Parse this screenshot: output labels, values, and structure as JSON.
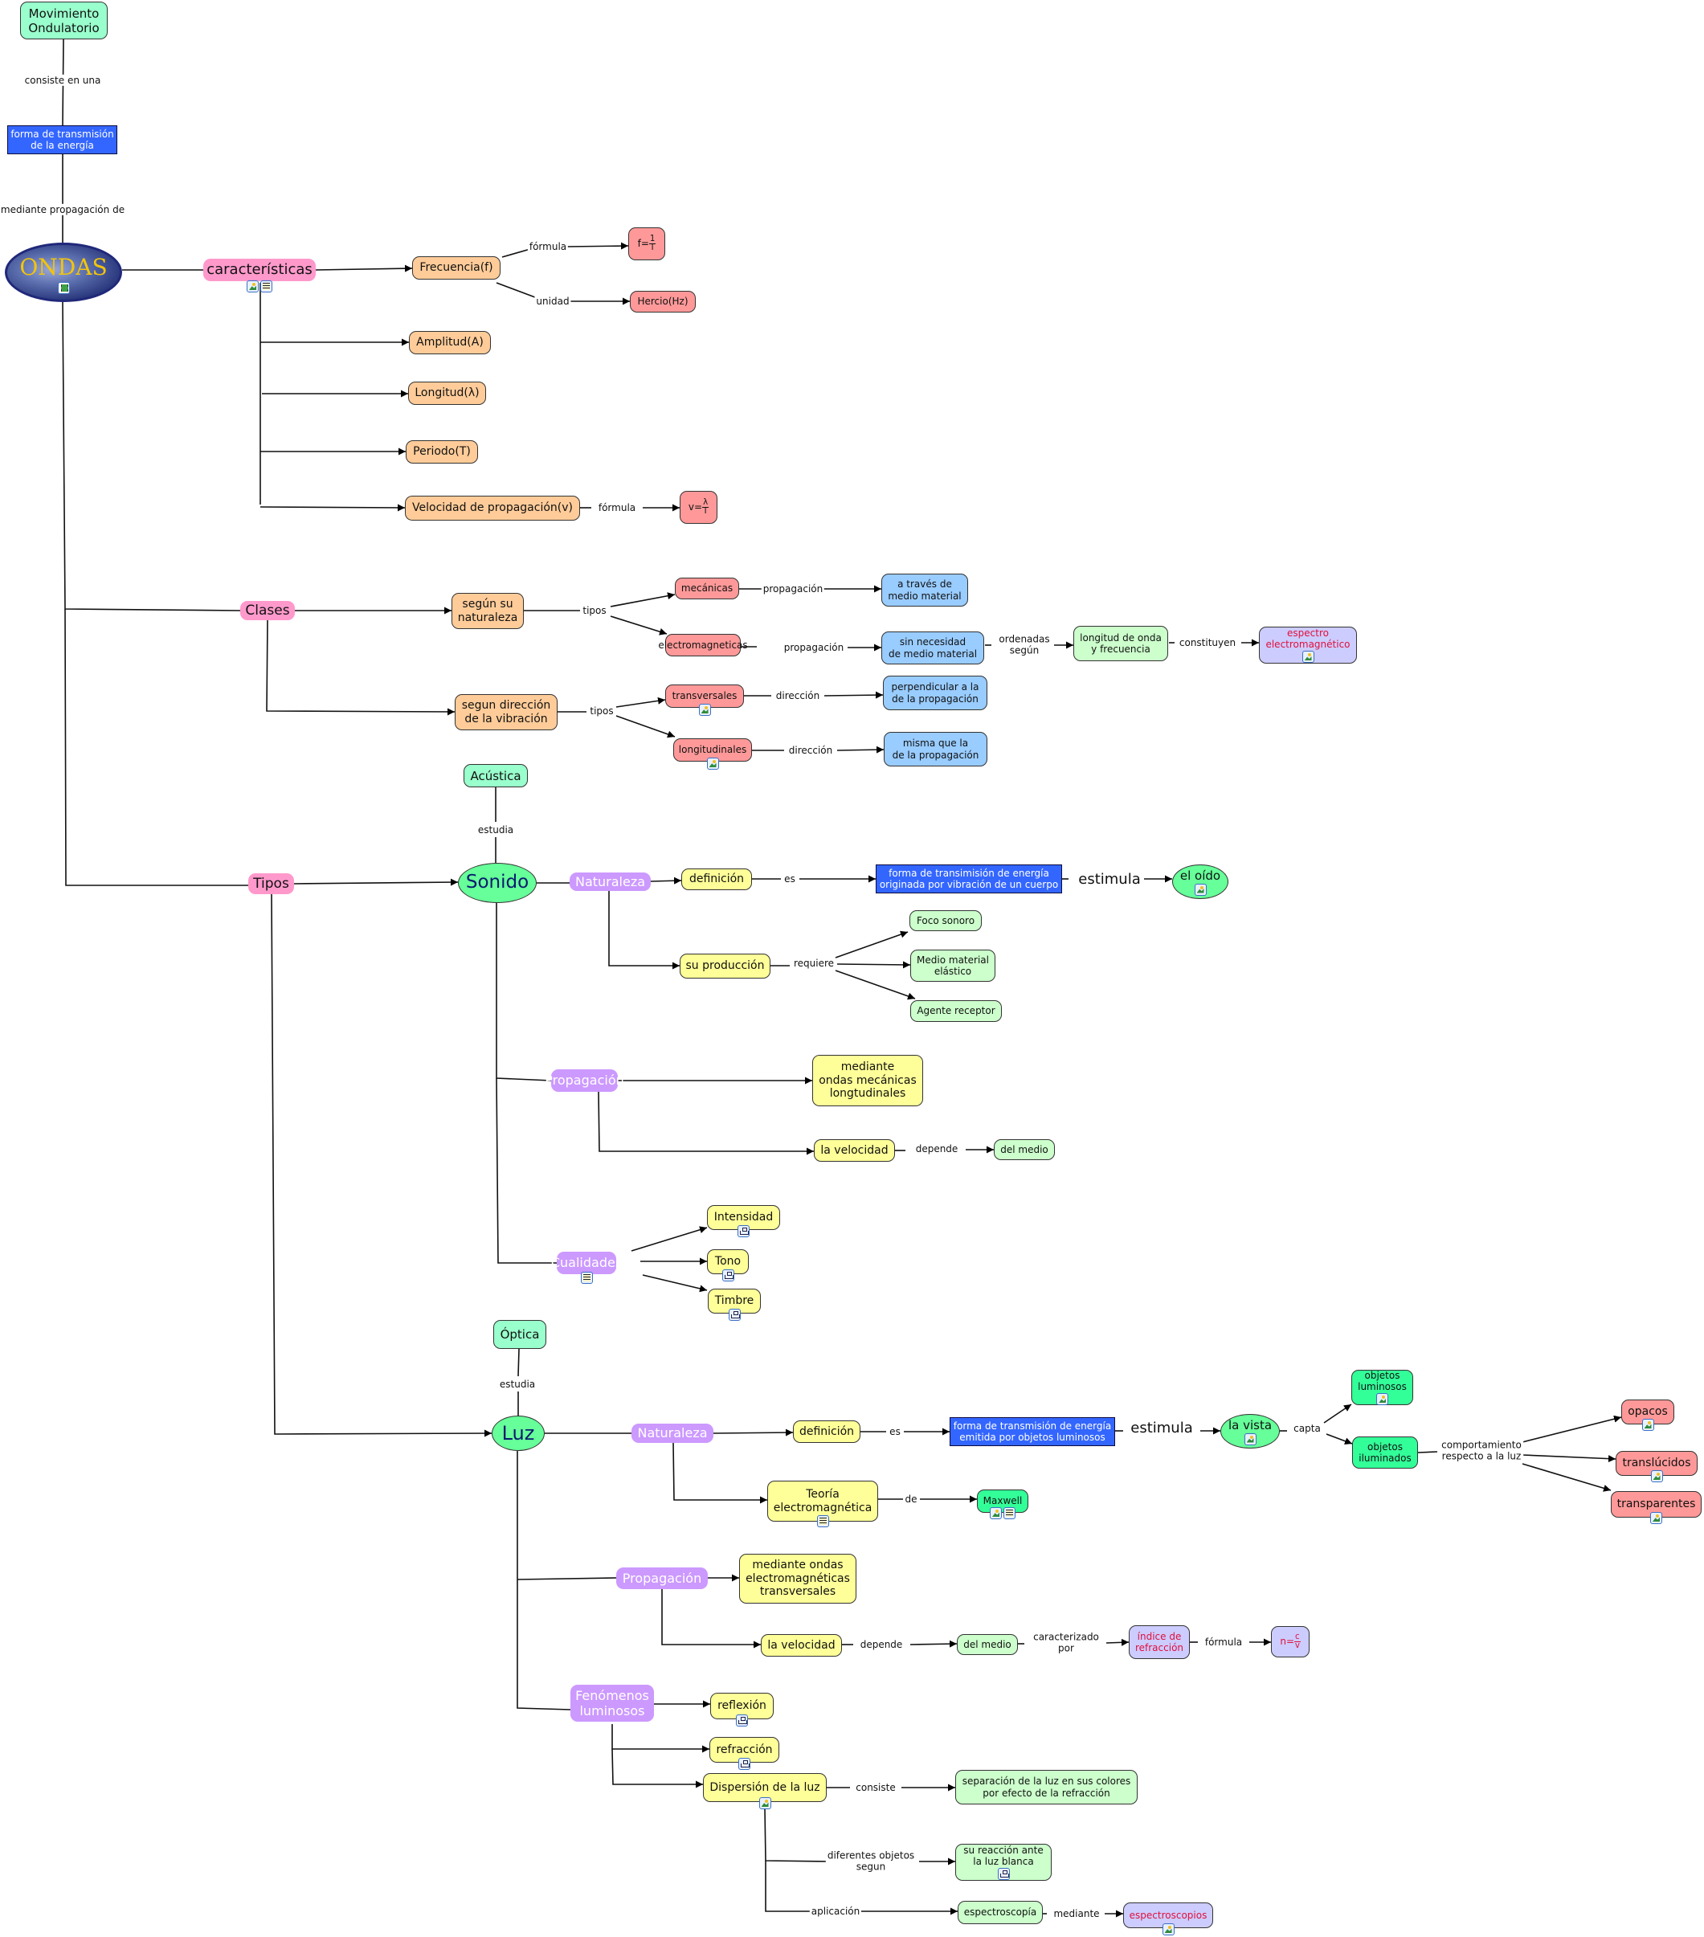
{
  "colors": {
    "blue_box": "#3366ff",
    "mint": "#99ffcc",
    "peach": "#ffcc99",
    "salmon": "#ff9999",
    "sky": "#99ccff",
    "light_green": "#ccffcc",
    "lavender": "#ccccff",
    "yellow": "#ffff99",
    "green": "#33ff99",
    "pink": "#ff99cc",
    "purple": "#cc99ff",
    "ellipse_green": "#66ff99",
    "red_text": "#e0103c"
  },
  "nodes": {
    "movimiento": "Movimiento\nOndulatorio",
    "forma_transmision": "forma de transmisión\nde la energía",
    "ondas": "ONDAS",
    "caracteristicas": "características",
    "frecuencia": "Frecuencia(f)",
    "formula_f": {
      "lhs": "f=",
      "num": "1",
      "den": "T"
    },
    "hercio": "Hercio(Hz)",
    "amplitud": "Amplitud(A)",
    "longitud": "Longitud(λ)",
    "periodo": "Periodo(T)",
    "velocidad_prop": "Velocidad de propagación(v)",
    "formula_v": {
      "lhs": "v=",
      "num": "λ",
      "den": "T"
    },
    "clases": "Clases",
    "segun_naturaleza": "según su\nnaturaleza",
    "mecanicas": "mecánicas",
    "electromagneticas": "electromagneticas",
    "a_traves_medio": "a través de\nmedio material",
    "sin_necesidad": "sin necesidad\nde medio material",
    "longitud_onda_frec": "longitud de onda\ny frecuencia",
    "espectro": "espectro\nelectromagnético",
    "segun_direccion": "segun dirección\nde la vibración",
    "transversales": "transversales",
    "longitudinales": "longitudinales",
    "perpendicular": "perpendicular a la\nde la propagación",
    "misma_que": "misma que la\nde la propagación",
    "acustica": "Acústica",
    "tipos": "Tipos",
    "sonido": "Sonido",
    "naturaleza_sonido": "Naturaleza",
    "definicion_sonido": "definición",
    "def_sonido_text": "forma de transimisión de energía\noriginada por vibración de un cuerpo",
    "el_oido": "el oído",
    "su_produccion": "su producción",
    "foco_sonoro": "Foco sonoro",
    "medio_elastico": "Medio material\nelástico",
    "agente_receptor": "Agente receptor",
    "propagacion_sonido": "Propagación",
    "mediante_mecanicas": "mediante\nondas mecánicas\nlongtudinales",
    "la_velocidad_sonido": "la velocidad",
    "del_medio_sonido": "del medio",
    "cualidades": "Cualidades",
    "intensidad": "Intensidad",
    "tono": "Tono",
    "timbre": "Timbre",
    "optica": "Óptica",
    "luz": "Luz",
    "naturaleza_luz": "Naturaleza",
    "definicion_luz": "definición",
    "def_luz_text": "forma de transmisión de energía\nemitida por objetos luminosos",
    "la_vista": "la vista",
    "objetos_luminosos": "objetos\nluminosos",
    "objetos_iluminados": "objetos\niluminados",
    "opacos": "opacos",
    "translucidos": "translúcidos",
    "transparentes": "transparentes",
    "teoria_em": "Teoría\nelectromagnética",
    "maxwell": "Maxwell",
    "propagacion_luz": "Propagación",
    "mediante_em": "mediante ondas\nelectromagnéticas\ntransversales",
    "la_velocidad_luz": "la velocidad",
    "del_medio_luz": "del medio",
    "indice_refraccion": "índice de\nrefracción",
    "formula_n": {
      "lhs": "n=",
      "num": "c",
      "den": "v"
    },
    "fenomenos": "Fenómenos\nluminosos",
    "reflexion": "reflexión",
    "refraccion": "refracción",
    "dispersion": "Dispersión de la luz",
    "separacion": "separación de la luz en sus colores\npor efecto de la refracción",
    "su_reaccion": "su reacción ante\nla luz blanca",
    "espectroscopia": "espectroscopía",
    "espectroscopios": "espectroscopios"
  },
  "linking_phrases": {
    "consiste_en_una": "consiste en una",
    "mediante_propagacion": "mediante propagación de",
    "formula_1": "fórmula",
    "unidad": "unidad",
    "formula_2": "fórmula",
    "tipos_1": "tipos",
    "propagacion_1": "propagación",
    "propagacion_2": "propagación",
    "ordenadas_segun": "ordenadas\nsegún",
    "constituyen": "constituyen",
    "tipos_2": "tipos",
    "direccion_1": "dirección",
    "direccion_2": "dirección",
    "estudia_1": "estudia",
    "es_1": "es",
    "estimula_1": "estimula",
    "requiere": "requiere",
    "depende_1": "depende",
    "estudia_2": "estudia",
    "es_2": "es",
    "estimula_2": "estimula",
    "capta": "capta",
    "comportamiento": "comportamiento\nrespecto a la luz",
    "de": "de",
    "depende_2": "depende",
    "caracterizado_por": "caracterizado\npor",
    "formula_3": "fórmula",
    "consiste": "consiste",
    "diferentes_objetos": "diferentes objetos\nsegun",
    "aplicacion": "aplicación",
    "mediante": "mediante"
  }
}
